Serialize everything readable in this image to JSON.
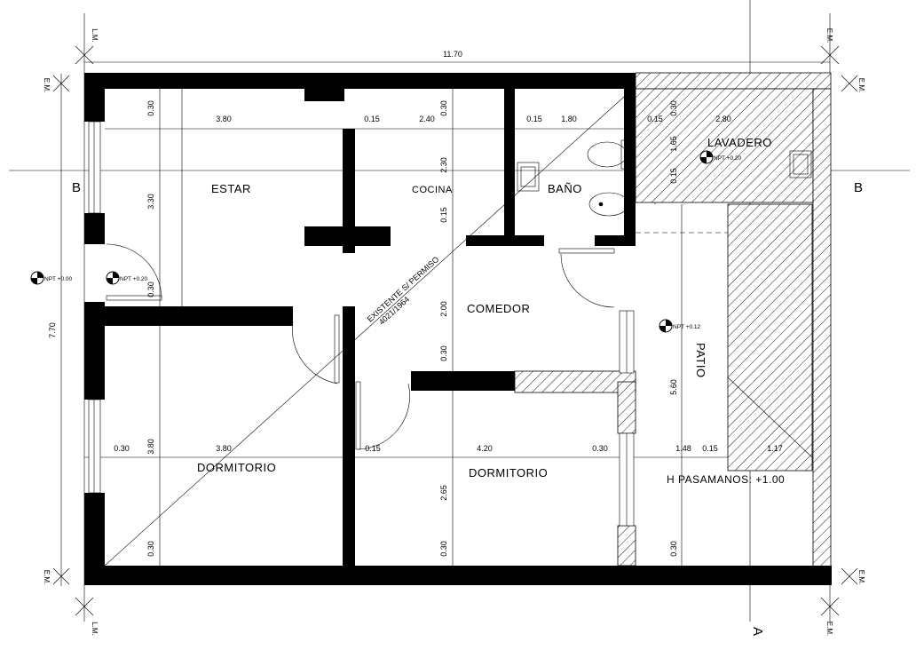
{
  "overall": {
    "width": "11.70",
    "height": "7.70"
  },
  "axes": {
    "left": "B",
    "right": "B",
    "bottom": "A"
  },
  "edge_marks": {
    "lm": "L.M.",
    "em": "E.M."
  },
  "rooms": {
    "estar": "ESTAR",
    "cocina": "COCINA",
    "bano": "BAÑO",
    "lavadero": "LAVADERO",
    "comedor": "COMEDOR",
    "patio": "PATIO",
    "dormitorio_left": "DORMITORIO",
    "dormitorio_right": "DORMITORIO"
  },
  "levels": {
    "npt_000": "NPT +0.00",
    "npt_020": "NPT +0.20",
    "npt_020_lav": "NPT +0.20",
    "npt_012": "NPT +0.12"
  },
  "annotations": {
    "existente_line1": "EXISTENTE S/ PERMISO",
    "existente_line2": "4021/1964",
    "pasamanos": "H PASAMANOS: +1.00"
  },
  "dims": {
    "top_030_a": "0.30",
    "top_380": "3.80",
    "top_015_a": "0.15",
    "top_240": "2.40",
    "top_030_b": "0.30",
    "top_015_b": "0.15",
    "top_180": "1.80",
    "top_015_c": "0.15",
    "top_030_c": "0.30",
    "top_280": "2.80",
    "v_330": "3.30",
    "v_030_left": "0.30",
    "v_230": "2.30",
    "v_015_coc": "0.15",
    "v_165": "1.65",
    "v_015_lav": "0.15",
    "v_200": "2.00",
    "v_030_com": "0.30",
    "v_380": "3.80",
    "v_265": "2.65",
    "v_560": "5.60",
    "mid_030_a": "0.30",
    "mid_380": "3.80",
    "mid_015": "0.15",
    "mid_420": "4.20",
    "mid_030_b": "0.30",
    "mid_148": "1.48",
    "mid_015_b": "0.15",
    "mid_117": "1.17",
    "bot_030_a": "0.30",
    "bot_030_b": "0.30",
    "bot_030_c": "0.30"
  }
}
